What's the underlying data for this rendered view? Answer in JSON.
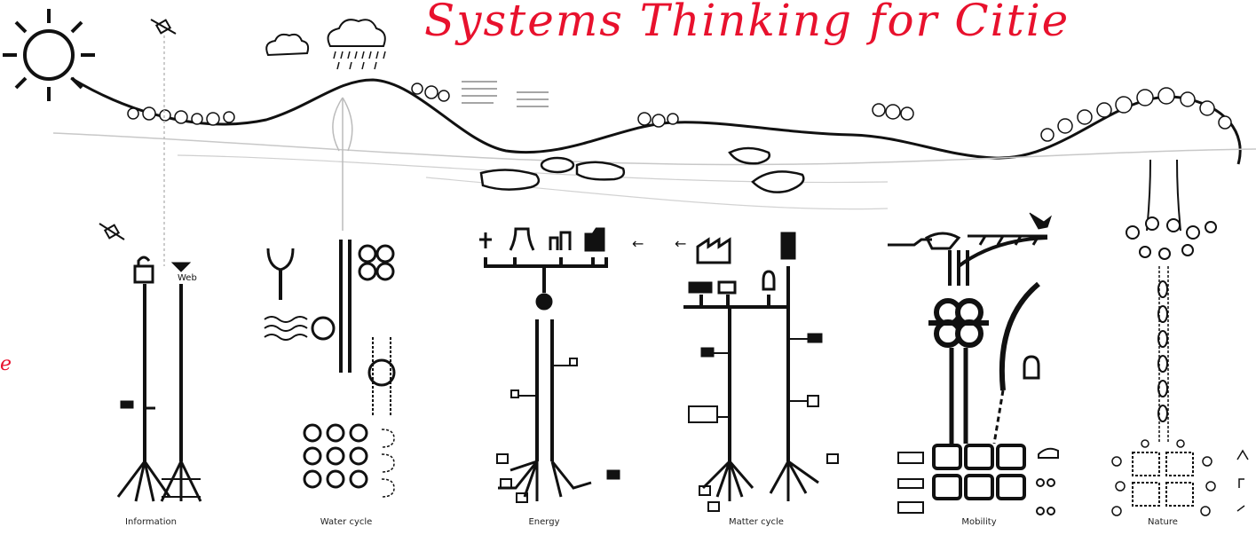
{
  "title": "Systems Thinking for Citie",
  "edge_mark": "e",
  "systems": [
    {
      "label": "Information"
    },
    {
      "label": "Water cycle"
    },
    {
      "label": "Energy"
    },
    {
      "label": "Matter cycle"
    },
    {
      "label": "Mobility"
    },
    {
      "label": "Nature"
    }
  ],
  "icon_labels": {
    "web": "Web"
  },
  "colors": {
    "title": "#e8112d",
    "ink": "#111111",
    "faint": "#bdbdbd"
  }
}
